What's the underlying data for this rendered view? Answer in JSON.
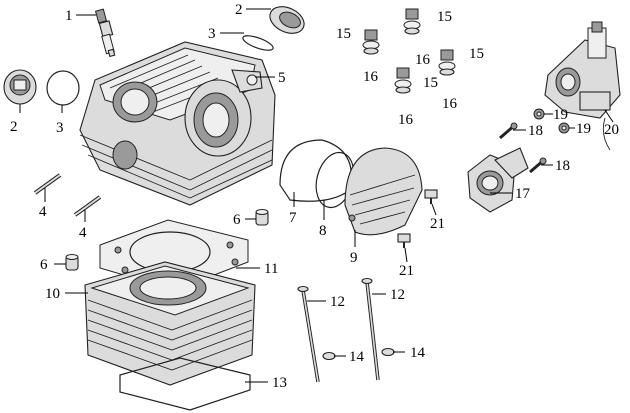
{
  "callouts": [
    {
      "id": "c1",
      "text": "1"
    },
    {
      "id": "c2a",
      "text": "2"
    },
    {
      "id": "c2b",
      "text": "2"
    },
    {
      "id": "c3a",
      "text": "3"
    },
    {
      "id": "c3b",
      "text": "3"
    },
    {
      "id": "c4a",
      "text": "4"
    },
    {
      "id": "c4b",
      "text": "4"
    },
    {
      "id": "c5",
      "text": "5"
    },
    {
      "id": "c6a",
      "text": "6"
    },
    {
      "id": "c6b",
      "text": "6"
    },
    {
      "id": "c7",
      "text": "7"
    },
    {
      "id": "c8",
      "text": "8"
    },
    {
      "id": "c9",
      "text": "9"
    },
    {
      "id": "c10",
      "text": "10"
    },
    {
      "id": "c11",
      "text": "11"
    },
    {
      "id": "c12a",
      "text": "12"
    },
    {
      "id": "c12b",
      "text": "12"
    },
    {
      "id": "c13",
      "text": "13"
    },
    {
      "id": "c14a",
      "text": "14"
    },
    {
      "id": "c14b",
      "text": "14"
    },
    {
      "id": "c15a",
      "text": "15"
    },
    {
      "id": "c15b",
      "text": "15"
    },
    {
      "id": "c15c",
      "text": "15"
    },
    {
      "id": "c15d",
      "text": "15"
    },
    {
      "id": "c16a",
      "text": "16"
    },
    {
      "id": "c16b",
      "text": "16"
    },
    {
      "id": "c16c",
      "text": "16"
    },
    {
      "id": "c16d",
      "text": "16"
    },
    {
      "id": "c17",
      "text": "17"
    },
    {
      "id": "c18a",
      "text": "18"
    },
    {
      "id": "c18b",
      "text": "18"
    },
    {
      "id": "c19a",
      "text": "19"
    },
    {
      "id": "c19b",
      "text": "19"
    },
    {
      "id": "c20",
      "text": "20"
    },
    {
      "id": "c21a",
      "text": "21"
    },
    {
      "id": "c21b",
      "text": "21"
    }
  ]
}
